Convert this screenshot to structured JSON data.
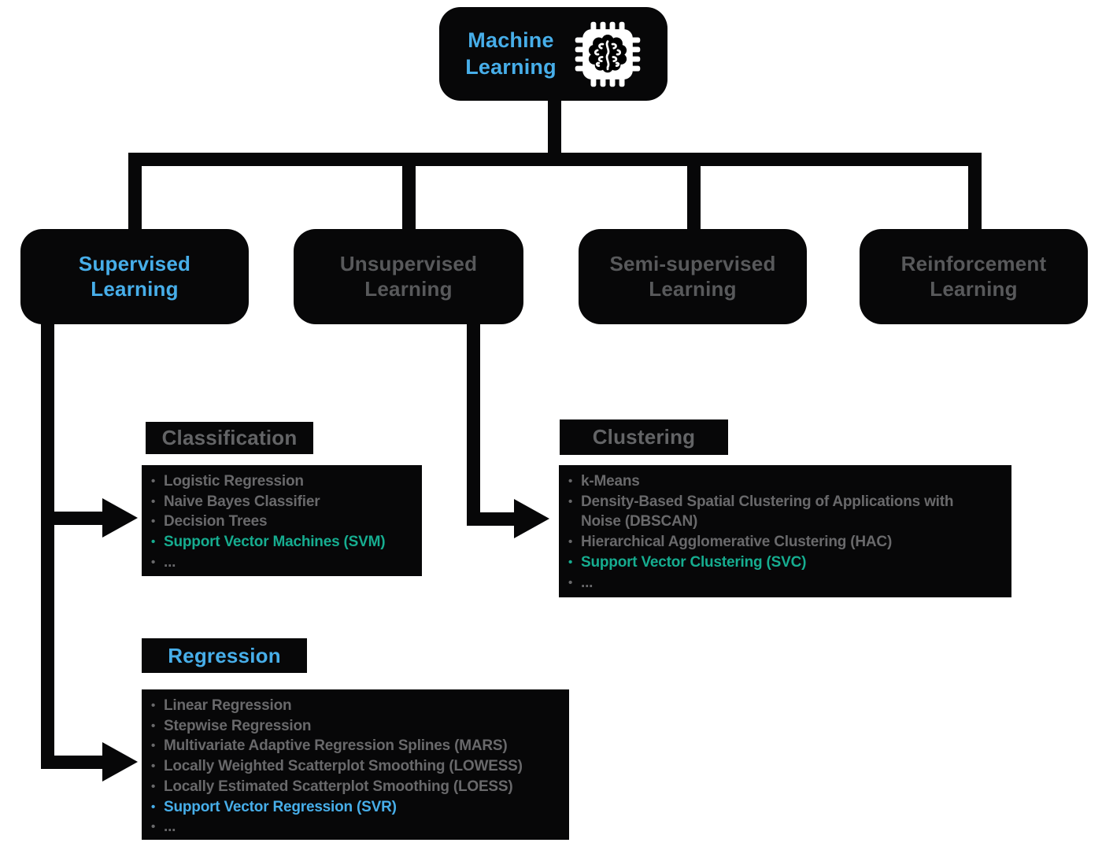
{
  "colors": {
    "background": "#ffffff",
    "node_black": "#070708",
    "accent_blue": "#47aee9",
    "accent_teal": "#16ad90",
    "label_gray": "#58595b",
    "title_gray": "#636466",
    "list_gray": "#69696b",
    "icon_white": "#ffffff"
  },
  "glyphs": {
    "bullet": "•"
  },
  "root": {
    "label": "Machine\nLearning",
    "icon": "brain-chip"
  },
  "level2": {
    "supervised": {
      "label": "Supervised\nLearning"
    },
    "unsupervised": {
      "label": "Unsupervised\nLearning"
    },
    "semi_supervised": {
      "label": "Semi-supervised\nLearning"
    },
    "reinforcement": {
      "label": "Reinforcement\nLearning"
    }
  },
  "sections": {
    "classification": {
      "title": "Classification",
      "items": [
        {
          "text": "Logistic Regression"
        },
        {
          "text": "Naive Bayes Classifier"
        },
        {
          "text": "Decision Trees"
        },
        {
          "text": "Support Vector Machines (SVM)",
          "highlight": "teal"
        },
        {
          "text": "..."
        }
      ]
    },
    "clustering": {
      "title": "Clustering",
      "items": [
        {
          "text": "k-Means"
        },
        {
          "text": "Density-Based Spatial Clustering of Applications with\nNoise (DBSCAN)"
        },
        {
          "text": "Hierarchical Agglomerative Clustering (HAC)"
        },
        {
          "text": "Support Vector Clustering (SVC)",
          "highlight": "teal"
        },
        {
          "text": "..."
        }
      ]
    },
    "regression": {
      "title": "Regression",
      "items": [
        {
          "text": "Linear Regression"
        },
        {
          "text": "Stepwise Regression"
        },
        {
          "text": "Multivariate Adaptive Regression Splines (MARS)"
        },
        {
          "text": "Locally Weighted Scatterplot Smoothing (LOWESS)"
        },
        {
          "text": "Locally Estimated Scatterplot Smoothing (LOESS)"
        },
        {
          "text": "Support Vector Regression (SVR)",
          "highlight": "blue"
        },
        {
          "text": "..."
        }
      ]
    }
  }
}
